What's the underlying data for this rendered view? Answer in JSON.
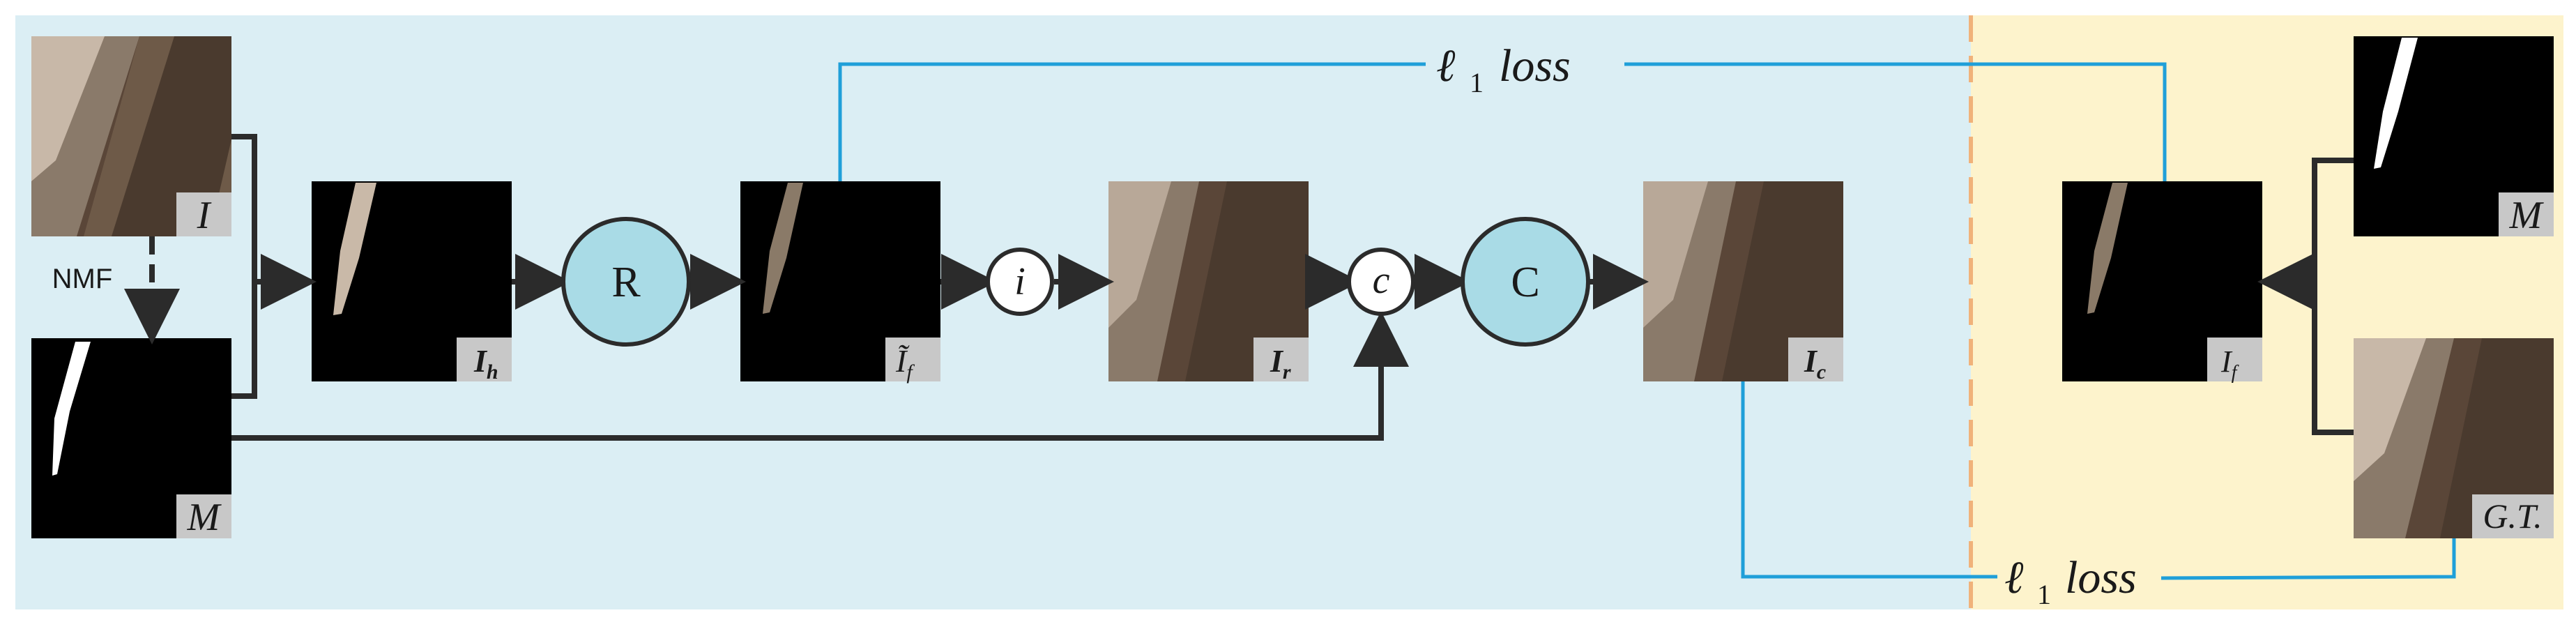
{
  "colors": {
    "left_panel_bg": "#dbeef4",
    "right_panel_bg": "#fdf3cc",
    "divider": "#f0b27a",
    "arrow": "#2b2b2b",
    "loss_line": "#1f9fd9",
    "node_fill": "#a9dbe6",
    "op_fill": "#ffffff",
    "label_box": "#c8c8c8"
  },
  "images": {
    "input": "I",
    "mask": "M",
    "highlight": "I_h",
    "foreground_est": "Ĩ_f",
    "removed": "I_r",
    "composite": "I_c",
    "foreground_target": "I_f",
    "mask_right": "M",
    "ground_truth": "G.T."
  },
  "nodes": {
    "refine": "R",
    "combine": "C",
    "inpaint_op": "i",
    "concat_op": "c"
  },
  "text": {
    "nmf": "NMF",
    "loss_top_ell": "ℓ",
    "loss_top_sub": "1",
    "loss_top_word": "loss",
    "loss_bottom_ell": "ℓ",
    "loss_bottom_sub": "1",
    "loss_bottom_word": "loss"
  }
}
